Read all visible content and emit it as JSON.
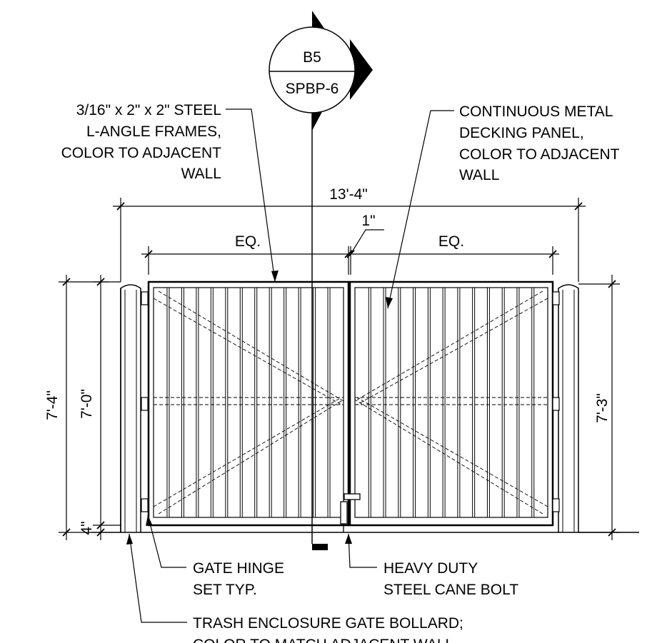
{
  "section_marker": {
    "top": "B5",
    "bottom": "SPBP-6"
  },
  "notes": {
    "frames": [
      "3/16\" x 2\" x 2\" STEEL",
      "L-ANGLE FRAMES,",
      "COLOR TO ADJACENT",
      "WALL"
    ],
    "decking": [
      "CONTINUOUS METAL",
      "DECKING PANEL,",
      "COLOR TO ADJACENT",
      "WALL"
    ],
    "hinge": [
      "GATE HINGE",
      "SET TYP."
    ],
    "cane_bolt": [
      "HEAVY DUTY",
      "STEEL CANE BOLT"
    ],
    "bollard": [
      "TRASH ENCLOSURE GATE BOLLARD;",
      "COLOR TO MATCH ADJACENT WALL"
    ]
  },
  "dimensions": {
    "overall_width": "13'-4\"",
    "gap": "1\"",
    "left_leaf": "EQ.",
    "right_leaf": "EQ.",
    "overall_height": "7'-4\"",
    "gate_height": "7'-0\"",
    "clearance": "4\"",
    "right_height": "7'-3\""
  }
}
